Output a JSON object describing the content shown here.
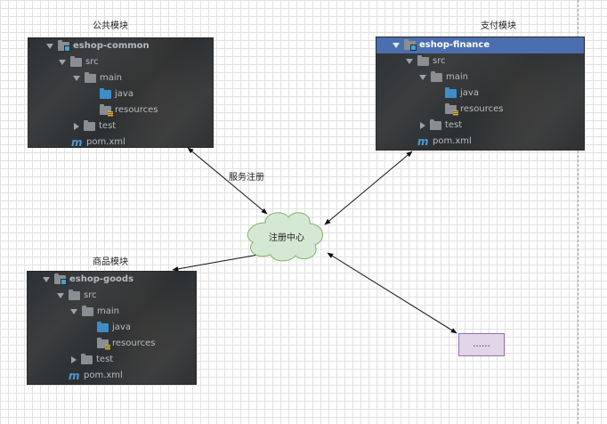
{
  "modules": {
    "common": {
      "title": "公共模块",
      "root": "eshop-common",
      "src": "src",
      "main": "main",
      "java": "java",
      "resources": "resources",
      "test": "test",
      "pom": "pom.xml"
    },
    "finance": {
      "title": "支付模块",
      "root": "eshop-finance",
      "src": "src",
      "main": "main",
      "java": "java",
      "resources": "resources",
      "test": "test",
      "pom": "pom.xml"
    },
    "goods": {
      "title": "商品模块",
      "root": "eshop-goods",
      "src": "src",
      "main": "main",
      "java": "java",
      "resources": "resources",
      "test": "test",
      "pom": "pom.xml"
    }
  },
  "edge_label": "服务注册",
  "registry_label": "注册中心",
  "more_label": "……",
  "colors": {
    "cloud_fill": "#d5e8d4",
    "cloud_stroke": "#82b366",
    "box_fill": "#e1d5e7",
    "box_stroke": "#9673a6",
    "selected_row": "#4b6eaf"
  }
}
